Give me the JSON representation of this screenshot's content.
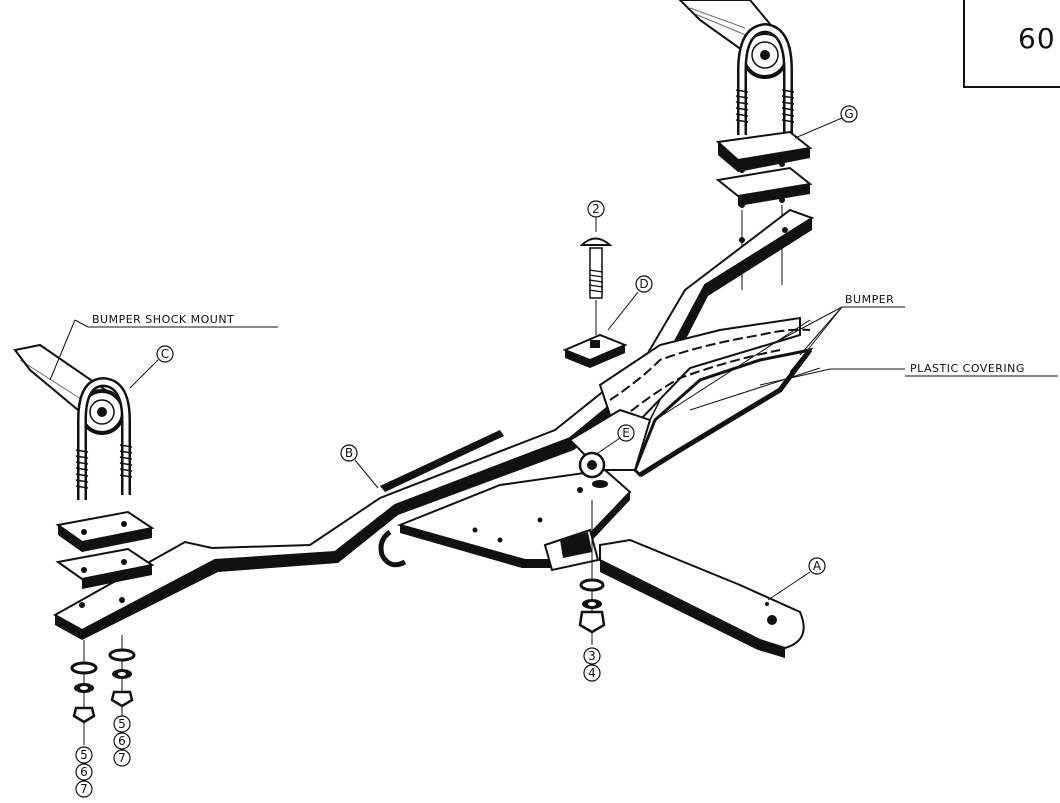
{
  "page_number": "60",
  "labels": {
    "bumper_shock_mount": "BUMPER SHOCK MOUNT",
    "bumper": "BUMPER",
    "plastic_covering": "PLASTIC COVERING"
  },
  "callouts": {
    "A": "A",
    "B": "B",
    "C": "C",
    "D": "D",
    "E": "E",
    "G": "G"
  },
  "part_numbers": {
    "bolt": "2",
    "center_washer": "3",
    "center_nut": "4",
    "left_stack_1": [
      "5",
      "6",
      "7"
    ],
    "left_stack_2": [
      "5",
      "6",
      "7"
    ]
  }
}
